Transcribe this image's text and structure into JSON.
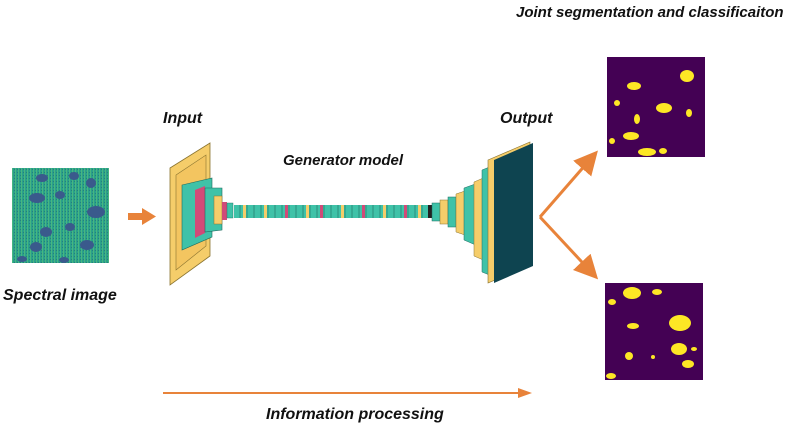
{
  "labels": {
    "title": "Joint segmentation and classificaiton",
    "input": "Input",
    "output": "Output",
    "generator": "Generator model",
    "spectral": "Spectral image",
    "processing": "Information processing"
  },
  "colors": {
    "arrow": "#e8833a",
    "mask_background": "#440154",
    "mask_blob": "#fde725",
    "spectral_base": "#2aa08a",
    "spectral_blob": "#3a5a8c",
    "layer_yellow": "#f5cd6a",
    "layer_teal": "#3fc2a8",
    "layer_pink": "#d14a78",
    "output_dark": "#0e4450"
  }
}
